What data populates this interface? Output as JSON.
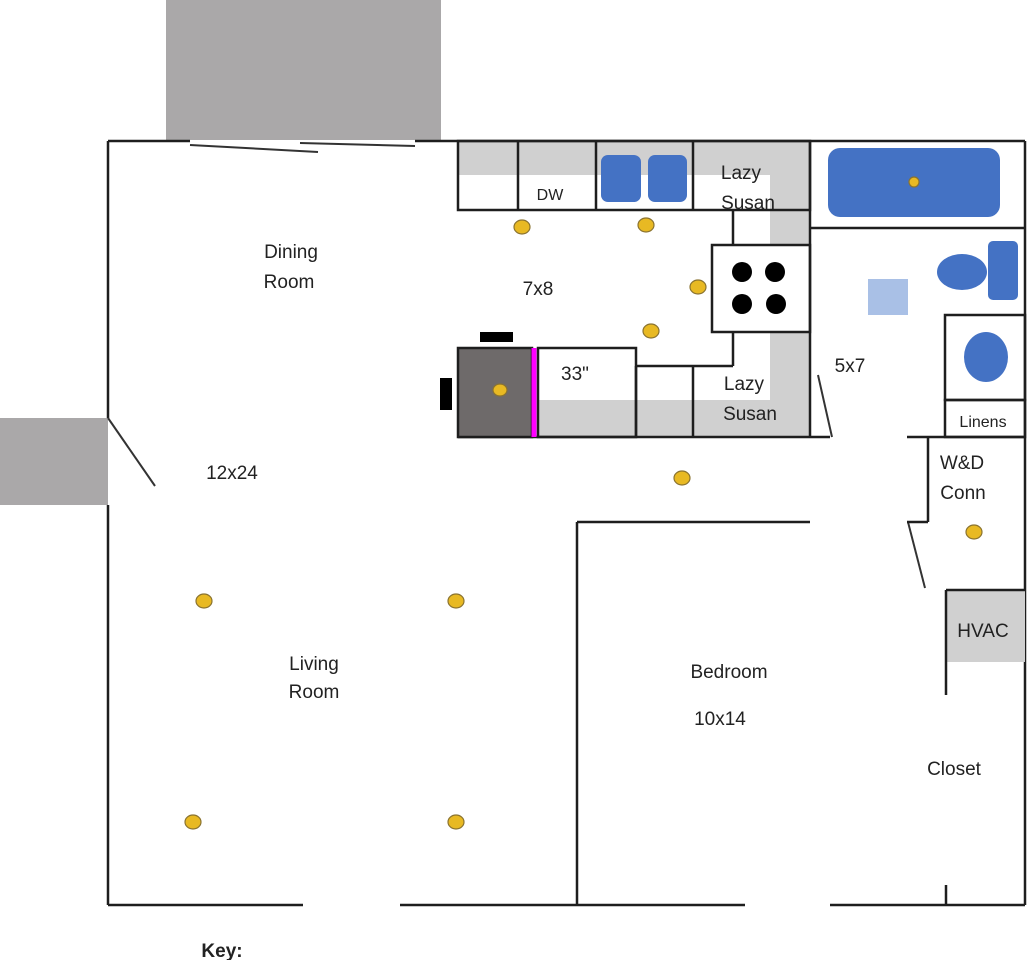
{
  "title": "Floor plan",
  "rooms": {
    "dining": {
      "line1": "Dining",
      "line2": "Room"
    },
    "dining_living_size": "12x24",
    "living": {
      "line1": "Living",
      "line2": "Room"
    },
    "kitchen_size": "7x8",
    "island_width": "33\"",
    "dishwasher": "DW",
    "lazy_susan_top": {
      "line1": "Lazy",
      "line2": "Susan"
    },
    "lazy_susan_bottom": {
      "line1": "Lazy",
      "line2": "Susan"
    },
    "bath_size": "5x7",
    "linens": "Linens",
    "laundry": {
      "line1": "W&D",
      "line2": "Conn"
    },
    "hvac": "HVAC",
    "bedroom": "Bedroom",
    "bedroom_size": "10x14",
    "closet": "Closet"
  },
  "key_label": "Key:",
  "colors": {
    "fixture": "#4472c4",
    "light": "#e8b923",
    "counter": "#d0d0d0",
    "patio": "#aaa8a9",
    "accent": "#ff00ff"
  }
}
